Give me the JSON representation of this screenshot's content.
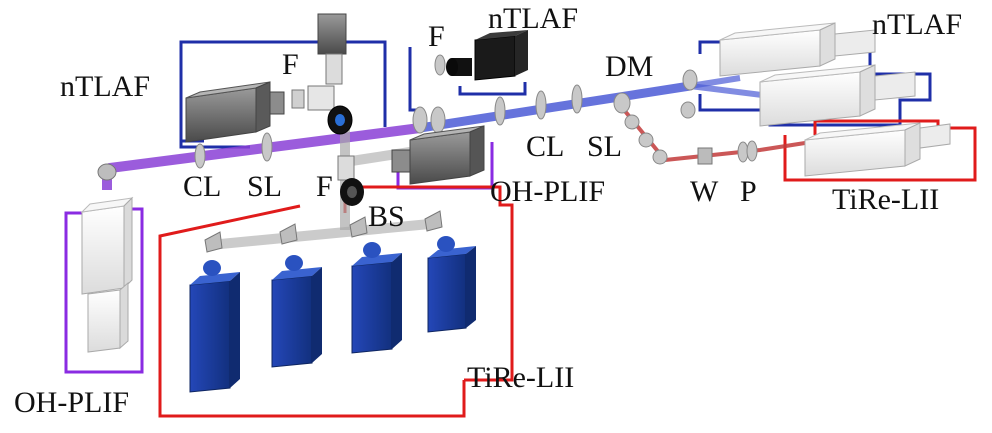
{
  "labels": {
    "ntlaf_left": "nTLAF",
    "ntlaf_top": "nTLAF",
    "ntlaf_right": "nTLAF",
    "f_top_left": "F",
    "f_top_mid": "F",
    "f_bottom": "F",
    "dm": "DM",
    "cl_left": "CL",
    "sl_left": "SL",
    "cl_mid": "CL",
    "sl_mid": "SL",
    "bs": "BS",
    "w": "W",
    "p": "P",
    "ohplif_mid": "OH-PLIF",
    "ohplif_left": "OH-PLIF",
    "tire_lii_right": "TiRe-LII",
    "tire_lii_bottom": "TiRe-LII"
  },
  "colors": {
    "uv_beam": "#8a3fd6",
    "blue_beam": "#4b5bd6",
    "red_beam": "#c23a3a",
    "ntlaf_outline": "#1f2fa8",
    "ohplif_outline": "#8a2be2",
    "tire_outline": "#e01b1b",
    "detector_blue": "#1b3fa0",
    "camera_dark": "#1a1a1a",
    "camera_gray": "#6d6d6d",
    "laser_white": "#f4f4f4"
  }
}
